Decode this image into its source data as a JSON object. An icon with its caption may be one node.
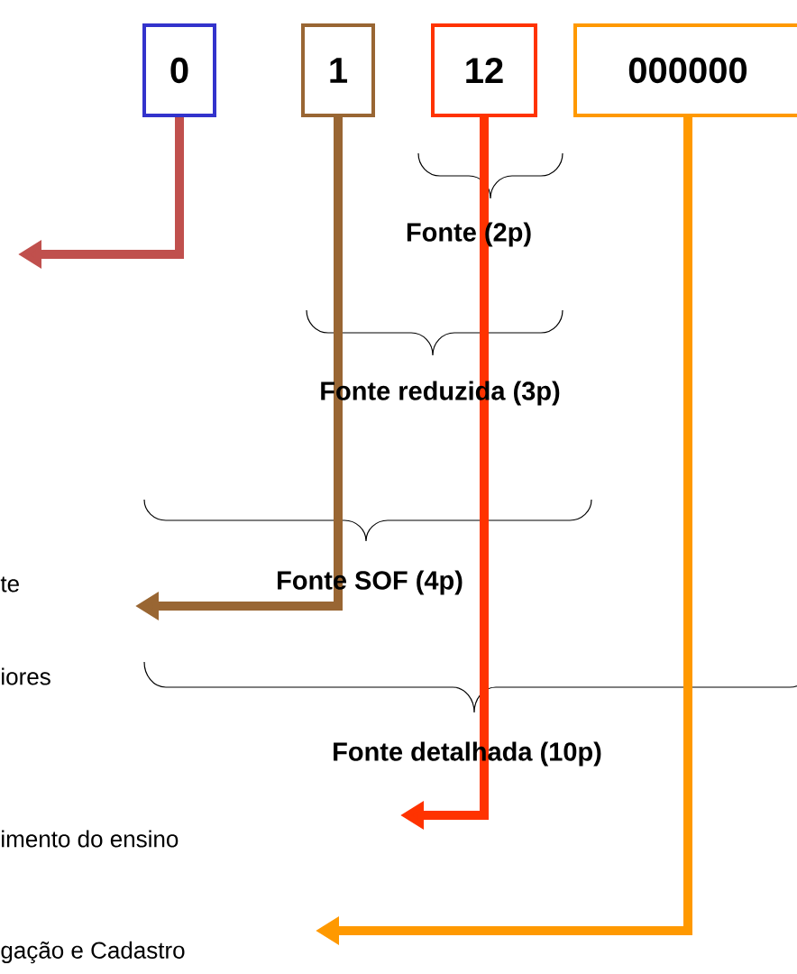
{
  "diagram": {
    "nodes": [
      {
        "text": [
          "0"
        ]
      },
      {
        "text": [
          "1"
        ]
      },
      {
        "text": [
          "12"
        ]
      },
      {
        "text": [
          "000000"
        ]
      }
    ],
    "edges": [
      {
        "from": 0,
        "to": null,
        "arrow": "to",
        "color": "#c0504d"
      },
      {
        "from": 1,
        "to": null,
        "arrow": "to",
        "color": "#996633"
      },
      {
        "from": 2,
        "to": null,
        "arrow": "to",
        "color": "#ff3300"
      },
      {
        "from": 3,
        "to": null,
        "arrow": "to",
        "color": "#ff9900"
      }
    ],
    "labels": [
      "Fonte (2p)",
      "Fonte reduzida (3p)",
      "te",
      "Fonte SOF (4p)",
      "iores",
      "Fonte detalhada (10p)",
      "imento do ensino",
      "gação e Cadastro"
    ]
  }
}
